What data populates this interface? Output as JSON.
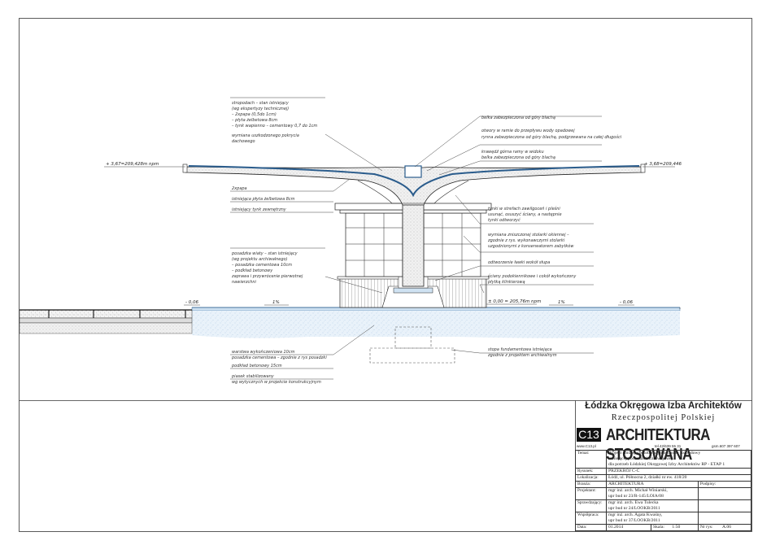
{
  "levels": {
    "left_roof": "+ 3,67=209,428m npm",
    "right_roof": "+ 3,68=209,446",
    "ground_left": "- 0,06",
    "ground_right": "- 0,06",
    "floor": "± 0,00 = 205,76m npm",
    "slope_left": "1%",
    "slope_right": "1%"
  },
  "notes_left": {
    "stropodach": [
      "stropodach – stan istniejący",
      "(wg ekspertyzy technicznej)",
      "– 2xpapa (0,5do 1cm)",
      "– płyta żelbetowa 8cm",
      "– tynk wapienno – cementowy 0,7 do 1cm"
    ],
    "wymiana": [
      "wymiana uszkodzonego pokrycia",
      "dachowego"
    ],
    "layers": [
      "2xpapa",
      "istniejąca płyta żelbetowa 8cm",
      "istniejący tynk zewnętrzny"
    ],
    "posadzka": [
      "posadzka wiaty – stan istniejący",
      "(wg projektu archiwalnego)",
      "– posadzka cementowa 10cm",
      "– podkład betonowy",
      "zaprawa i przywrócenie pierwotnej",
      "nawierzchni"
    ],
    "bottom_layers": [
      "warstwa wykończeniowa 10cm",
      "posadzka cementowa – zgodnie z rys posadzki",
      "podkład betonowy 15cm",
      "piasek stabilizowany",
      "wg wytycznych w projekcie konstrukcyjnym"
    ]
  },
  "notes_right": {
    "belka": "belka zabezpieczona od góry blachą",
    "otwory": [
      "otwory w ramie do przepływu wody opadowej",
      "rynna zabezpieczona od góry blachą, podgrzewana na całej długości"
    ],
    "krawedz": [
      "krawędź górna ramy w widoku",
      "belka zabezpieczona od góry blachą"
    ],
    "tynki": [
      "tynki w strefach zawilgoceń i pleśni",
      "usunąć, osuszyć ściany, a następnie",
      "tynki odtworzyć"
    ],
    "stolarka": [
      "wymiana zniszczonej stolarki okiennej –",
      "zgodnie z rys. wykonawczymi stolarki",
      "uzgodnionymi z konserwatorem zabytków"
    ],
    "lawka": "odtworzenie ławki wokół słupa",
    "sciany": [
      "ściany podokiennikowe i cokół wykończony",
      "płytką klinkierową"
    ],
    "stopa": [
      "stopa fundamentowa istniejąca",
      "zgodnie z projektem archiwalnym"
    ]
  },
  "title_block": {
    "org_line1": "Łódzka Okręgowa Izba Architektów",
    "org_line2": "Rzeczpospolitej Polskiej",
    "logo": "C13",
    "brand": "ARCHITEKTURA STOSOWANA",
    "web": "www.C13.pl",
    "tel": "tel.42/639 55 31",
    "gsm": "gsm.607 397 607",
    "rows": [
      {
        "key": "Temat:",
        "value": "Projekt zmiany sposobu użytkowania i rozbudowy\nistniejącej poczekalni tramwajowej\ndla potrzeb Łódzkiej Okręgowej Izby Architektów RP - ETAP 1"
      },
      {
        "key": "Rysunek:",
        "value": "PRZEKRÓJ C-C"
      },
      {
        "key": "Lokalizacja:",
        "value": "Łódź, ul. Północna 2, działki nr ew. 418/20"
      },
      {
        "key": "Branża:",
        "value": "ARCHITEKTURA"
      },
      {
        "key": "Projektant:",
        "value": "mgr inż. arch. Michał Winiarski,\nupr bud nr 23/R-145/LOIA/08"
      },
      {
        "key": "Sprawdzający:",
        "value": "mgr inż. arch. Ewa Tulecka\nupr bud nr 24/LOOKB/2011"
      },
      {
        "key": "Współpraca:",
        "value": "mgr inż. arch. Agata Kwaśny,\nupr bud nr 37/LOOKB/2011"
      }
    ],
    "podpisy": "Podpisy:",
    "data_label": "Data:",
    "data_value": "01.2014",
    "skala_label": "Skala:",
    "skala_value": "1:50",
    "nr_label": "Nr rys:",
    "nr_value": "A.06"
  }
}
